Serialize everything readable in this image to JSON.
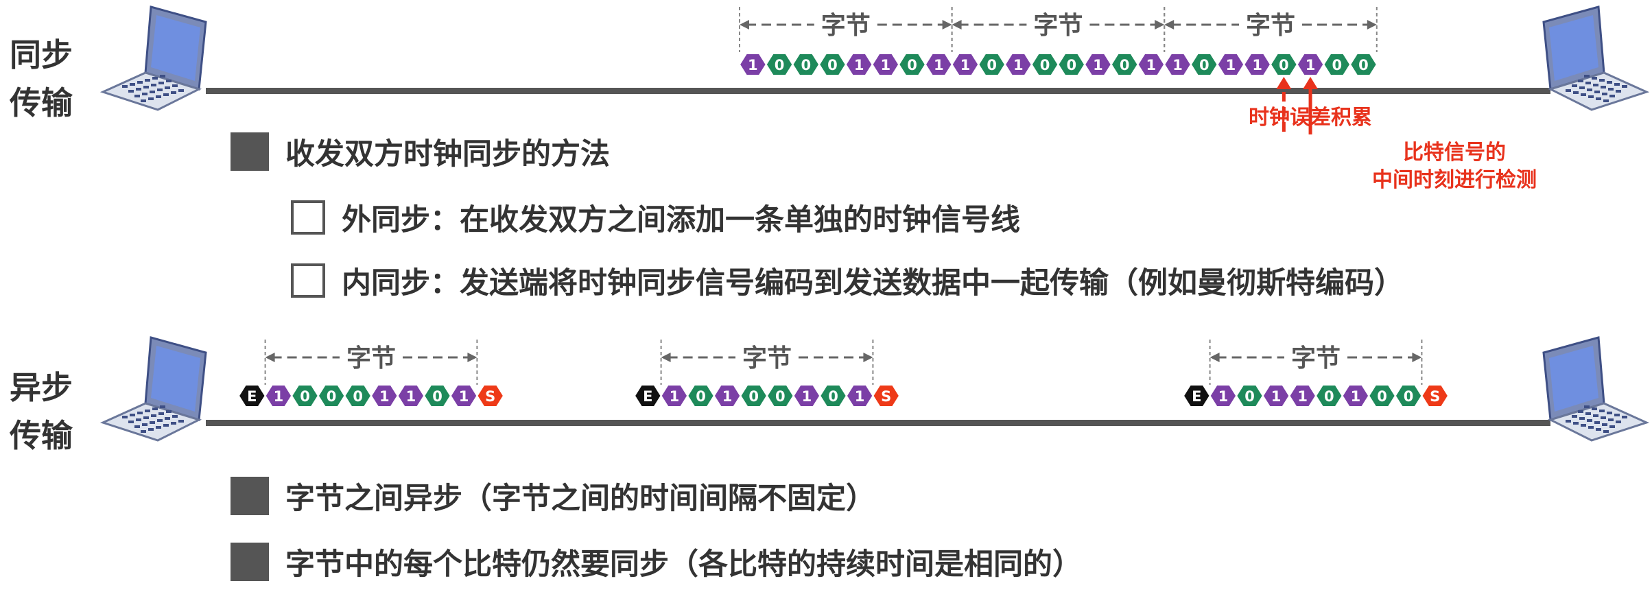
{
  "labels": {
    "sync": [
      "同步",
      "传输"
    ],
    "async": [
      "异步",
      "传输"
    ]
  },
  "byte_label": "字节",
  "sync_bits": [
    1,
    0,
    0,
    0,
    1,
    1,
    0,
    1,
    1,
    0,
    1,
    0,
    0,
    1,
    0,
    1,
    1,
    0,
    1,
    1,
    0,
    1,
    0,
    0
  ],
  "async_frames": [
    {
      "start": "E",
      "bits": [
        1,
        0,
        0,
        0,
        1,
        1,
        0,
        1
      ],
      "end": "S"
    },
    {
      "start": "E",
      "bits": [
        1,
        0,
        1,
        0,
        0,
        1,
        0,
        1
      ],
      "end": "S"
    },
    {
      "start": "E",
      "bits": [
        1,
        0,
        1,
        1,
        0,
        1,
        0,
        0
      ],
      "end": "S"
    }
  ],
  "annotations": {
    "drift": "时钟误差积累",
    "sample_line1": "比特信号的",
    "sample_line2": "中间时刻进行检测"
  },
  "sync_methods": {
    "heading": "收发双方时钟同步的方法",
    "external": "外同步：在收发双方之间添加一条单独的时钟信号线",
    "internal": "内同步：发送端将时钟同步信号编码到发送数据中一起传输（例如曼彻斯特编码）"
  },
  "async_notes": {
    "note1": "字节之间异步（字节之间的时间间隔不固定）",
    "note2": "字节中的每个比特仍然要同步（各比特的持续时间是相同的）"
  },
  "colors": {
    "bit_one": "#7b3fa6",
    "bit_zero": "#1e8a5a",
    "start_bit": "#111111",
    "stop_bit": "#ee3a18",
    "line": "#555555",
    "annotation": "#e8321c",
    "screen": "#6f8fe0",
    "laptop_body": "#dde3ee"
  },
  "icons": [
    "laptop-icon"
  ]
}
